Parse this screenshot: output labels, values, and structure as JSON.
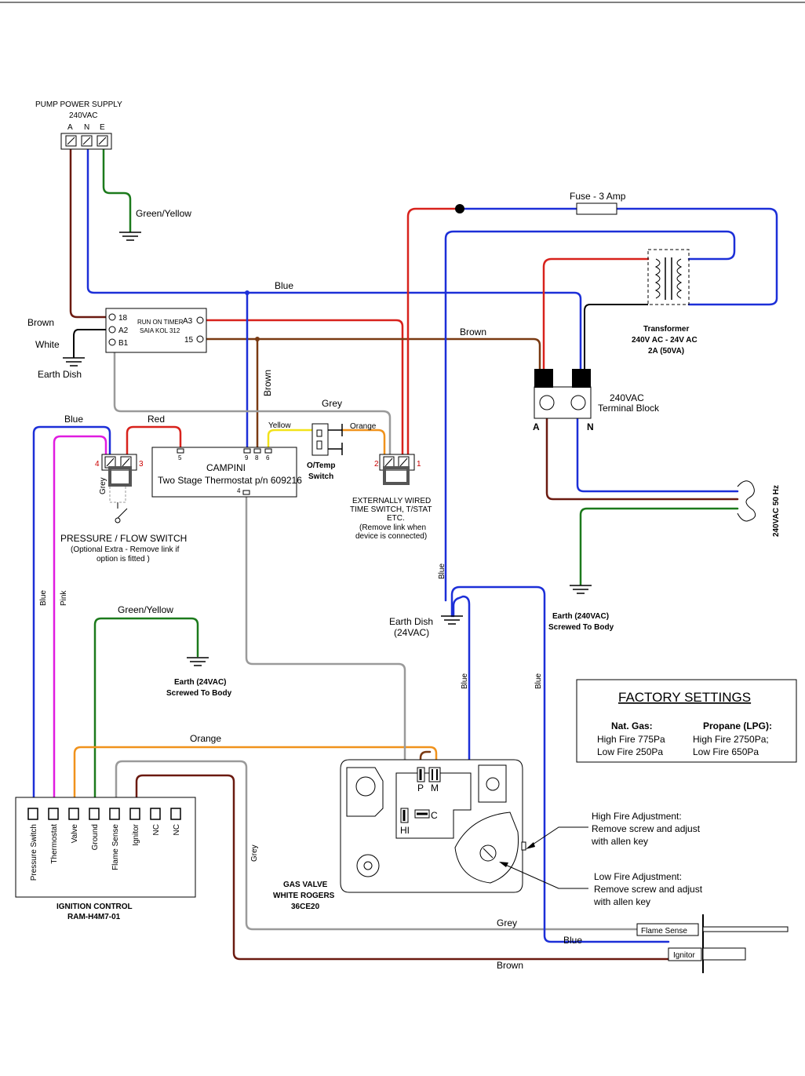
{
  "colors": {
    "brown": "#6b1a10",
    "blue": "#1c2fd8",
    "green": "#1c7a1c",
    "red": "#d8221c",
    "grey": "#9a9a9a",
    "yellow": "#f2e21a",
    "orange": "#f0921c",
    "pink": "#e01ce0",
    "darkbrown": "#7a3a12"
  },
  "pump": {
    "title": "PUMP POWER SUPPLY",
    "voltage": "240VAC",
    "terms": [
      "A",
      "N",
      "E"
    ]
  },
  "wire_labels": {
    "green_yellow": "Green/Yellow",
    "blue_top": "Blue",
    "brown_left": "Brown",
    "white_left": "White",
    "brown_mid": "Brown",
    "brown_vert": "Brown",
    "grey_top": "Grey",
    "blue_left": "Blue",
    "red_left": "Red",
    "yellow": "Yellow",
    "orange_top": "Orange",
    "grey_ps": "Grey",
    "blue_vert": "Blue",
    "pink_vert": "Pink",
    "green_yellow_2": "Green/Yellow",
    "orange_bottom": "Orange",
    "blue_mid": "Blue",
    "blue_lower": "Blue",
    "blue_right": "Blue",
    "grey_ign": "Grey",
    "grey_bottom": "Grey",
    "blue_bottom": "Blue",
    "brown_bottom": "Brown"
  },
  "earth_dish": "Earth Dish",
  "timer": {
    "line1": "RUN ON TIMER",
    "line2": "SAIA KOL 312",
    "t18": "18",
    "ta2": "A2",
    "tb1": "B1",
    "ta3": "A3",
    "t15": "15"
  },
  "fuse": "Fuse - 3 Amp",
  "transformer": {
    "l1": "Transformer",
    "l2": "240V AC - 24V AC",
    "l3": "2A (50VA)"
  },
  "terminal_block": {
    "l1": "240VAC",
    "l2": "Terminal Block",
    "a": "A",
    "n": "N"
  },
  "mains": "240VAC 50 Hz",
  "earth_240": {
    "l1": "Earth (240VAC)",
    "l2": "Screwed To Body"
  },
  "thermostat": {
    "l1": "CAMPINI",
    "l2": "Two Stage Thermostat p/n 609216",
    "p5": "5",
    "p9": "9",
    "p8": "8",
    "p6": "6",
    "p4": "4"
  },
  "otemp": {
    "l1": "O/Temp",
    "l2": "Switch"
  },
  "ext_switch": {
    "n2": "2",
    "n1": "1",
    "l1": "EXTERNALLY WIRED",
    "l2": "TIME SWITCH, T/STAT",
    "l3": "ETC.",
    "l4": "(Remove link when",
    "l5": "device is connected)"
  },
  "pressure": {
    "n4": "4",
    "n3": "3",
    "title": "PRESSURE / FLOW SWITCH",
    "note1": "(Optional Extra - Remove link if",
    "note2": "option is fitted )"
  },
  "earth_24_dish": {
    "l1": "Earth Dish",
    "l2": "(24VAC)"
  },
  "earth_24": {
    "l1": "Earth (24VAC)",
    "l2": "Screwed To Body"
  },
  "factory": {
    "title": "FACTORY SETTINGS",
    "nat_head": "Nat. Gas:",
    "nat_high": "High Fire 775Pa",
    "nat_low": "Low Fire 250Pa",
    "lpg_head": "Propane (LPG):",
    "lpg_high": "High Fire 2750Pa;",
    "lpg_low": "Low Fire 650Pa"
  },
  "ignition": {
    "terminals": [
      "Pressure Switch",
      "Thermostat",
      "Valve",
      "Ground",
      "Flame Sense",
      "Ignitor",
      "NC",
      "NC"
    ],
    "title": "IGNITION CONTROL",
    "model": "RAM-H4M7-01"
  },
  "gas_valve": {
    "p": "P",
    "m": "M",
    "c": "C",
    "hi": "HI",
    "l1": "GAS VALVE",
    "l2": "WHITE ROGERS",
    "l3": "36CE20"
  },
  "high_fire": {
    "l1": "High Fire Adjustment:",
    "l2": "Remove screw and adjust",
    "l3": "with allen key"
  },
  "low_fire": {
    "l1": "Low Fire Adjustment:",
    "l2": "Remove screw and adjust",
    "l3": "with allen key"
  },
  "flame_sense": "Flame Sense",
  "ignitor": "Ignitor"
}
